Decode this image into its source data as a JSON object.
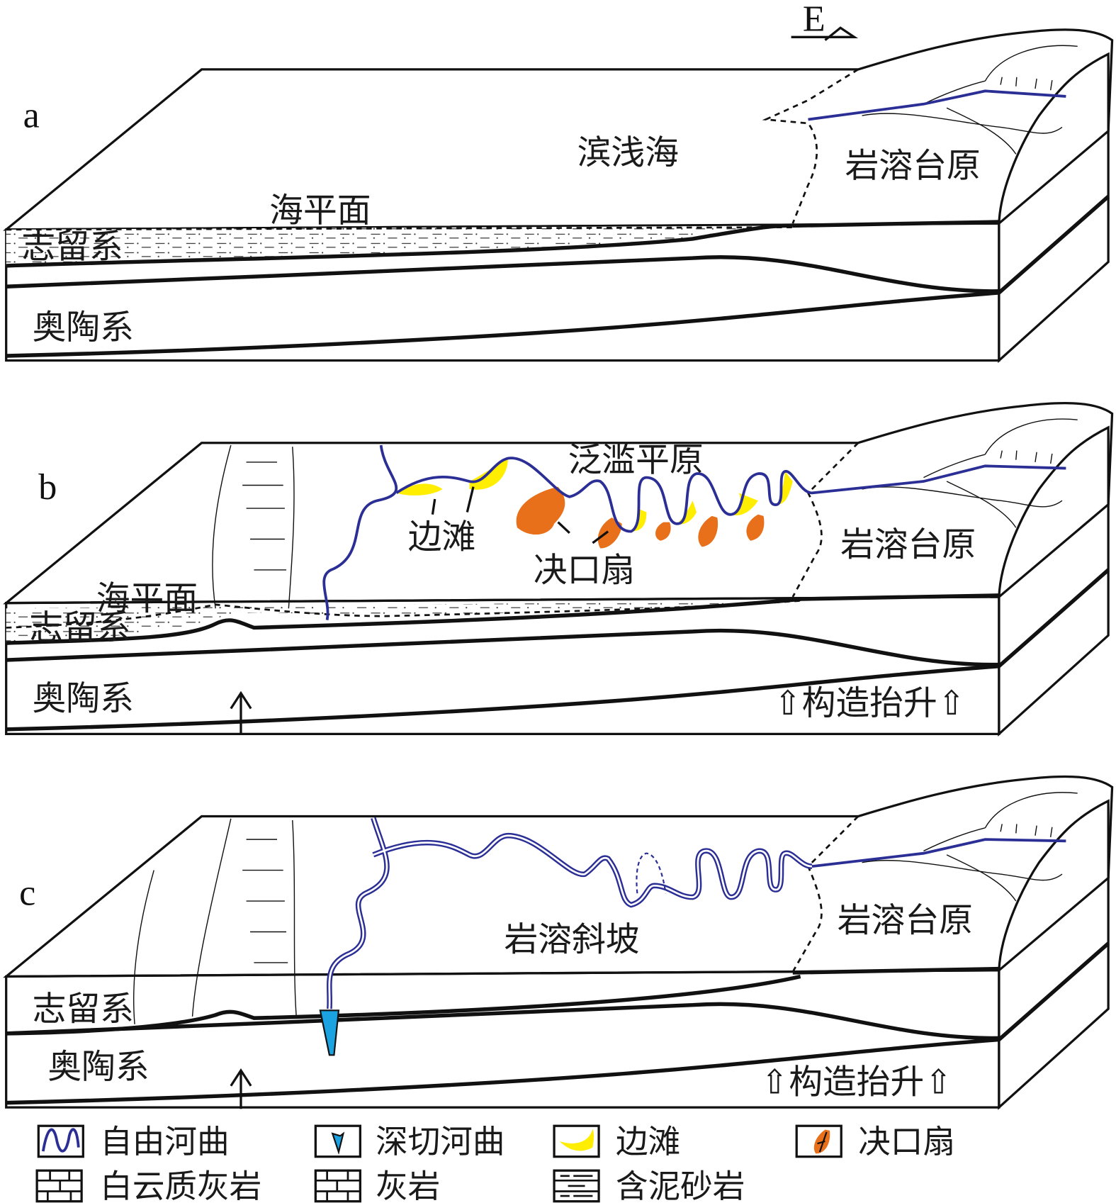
{
  "compass": {
    "label": "E"
  },
  "panels": {
    "a": {
      "letter": "a",
      "sea": "滨浅海",
      "plateau": "岩溶台原",
      "sea_level": "海平面",
      "silurian": "志留系",
      "ordovician": "奥陶系"
    },
    "b": {
      "letter": "b",
      "floodplain": "泛滥平原",
      "point_bar": "边滩",
      "crevasse": "决口扇",
      "plateau": "岩溶台原",
      "sea_level": "海平面",
      "silurian": "志留系",
      "ordovician": "奥陶系",
      "uplift": "构造抬升"
    },
    "c": {
      "letter": "c",
      "slope": "岩溶斜坡",
      "plateau": "岩溶台原",
      "silurian": "志留系",
      "ordovician": "奥陶系",
      "uplift": "构造抬升"
    }
  },
  "legend": [
    {
      "label": "自由河曲",
      "icon": "free-meander-icon"
    },
    {
      "label": "深切河曲",
      "icon": "incised-meander-icon"
    },
    {
      "label": "边滩",
      "icon": "point-bar-icon"
    },
    {
      "label": "决口扇",
      "icon": "crevasse-splay-icon"
    },
    {
      "label": "白云质灰岩",
      "icon": "dolomitic-limestone-icon"
    },
    {
      "label": "灰岩",
      "icon": "limestone-icon"
    },
    {
      "label": "含泥砂岩",
      "icon": "muddy-sandstone-icon"
    }
  ],
  "colors": {
    "river": "#2b2f95",
    "point_bar": "#ffee00",
    "crevasse": "#e8701a",
    "incised": "#1aa3e0"
  }
}
